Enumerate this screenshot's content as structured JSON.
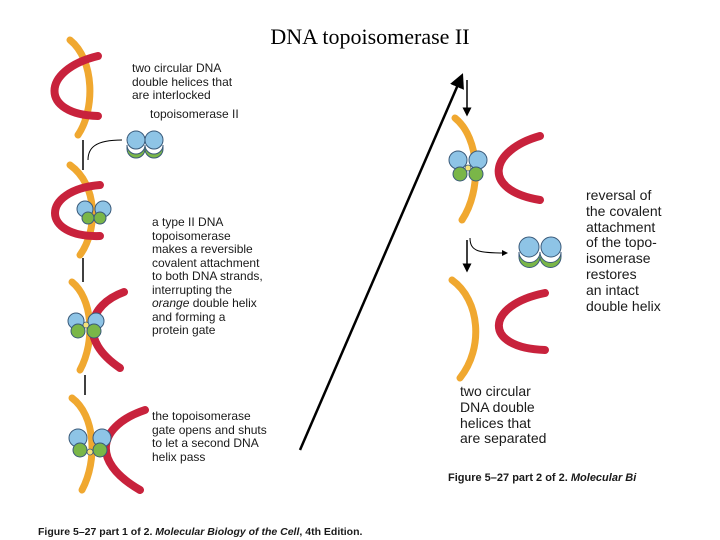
{
  "title": "DNA topoisomerase II",
  "labels": {
    "interlocked": "two circular DNA\ndouble helices that\nare interlocked",
    "topo": "topoisomerase II",
    "type2_l1": "a type II DNA\ntopoisomerase\nmakes a reversible\ncovalent attachment\nto both DNA strands,\ninterrupting the",
    "type2_italic": "orange",
    "type2_l2": " double helix",
    "type2_l3": "and forming a\nprotein gate",
    "gate": "the topoisomerase\ngate opens and shuts\nto let a second DNA\nhelix pass",
    "reversal": "reversal of\nthe covalent\nattachment\nof the topo-\nisomerase\nrestores\nan intact\ndouble helix",
    "separated": "two circular\nDNA double\nhelices that\nare separated"
  },
  "captions": {
    "part1_prefix": "Figure 5–27 part 1 of 2. ",
    "part1_italic": "Molecular Biology of the Cell",
    "part1_suffix": ", 4th Edition.",
    "part2_prefix": "Figure 5–27 part 2 of 2. ",
    "part2_italic": "Molecular Bi"
  },
  "colors": {
    "orange_dna": "#f0a830",
    "red_dna": "#c8223c",
    "protein_blue": "#8ec4e6",
    "protein_green": "#7ab648",
    "protein_outline": "#3a5a7a",
    "arrow": "#000000"
  }
}
